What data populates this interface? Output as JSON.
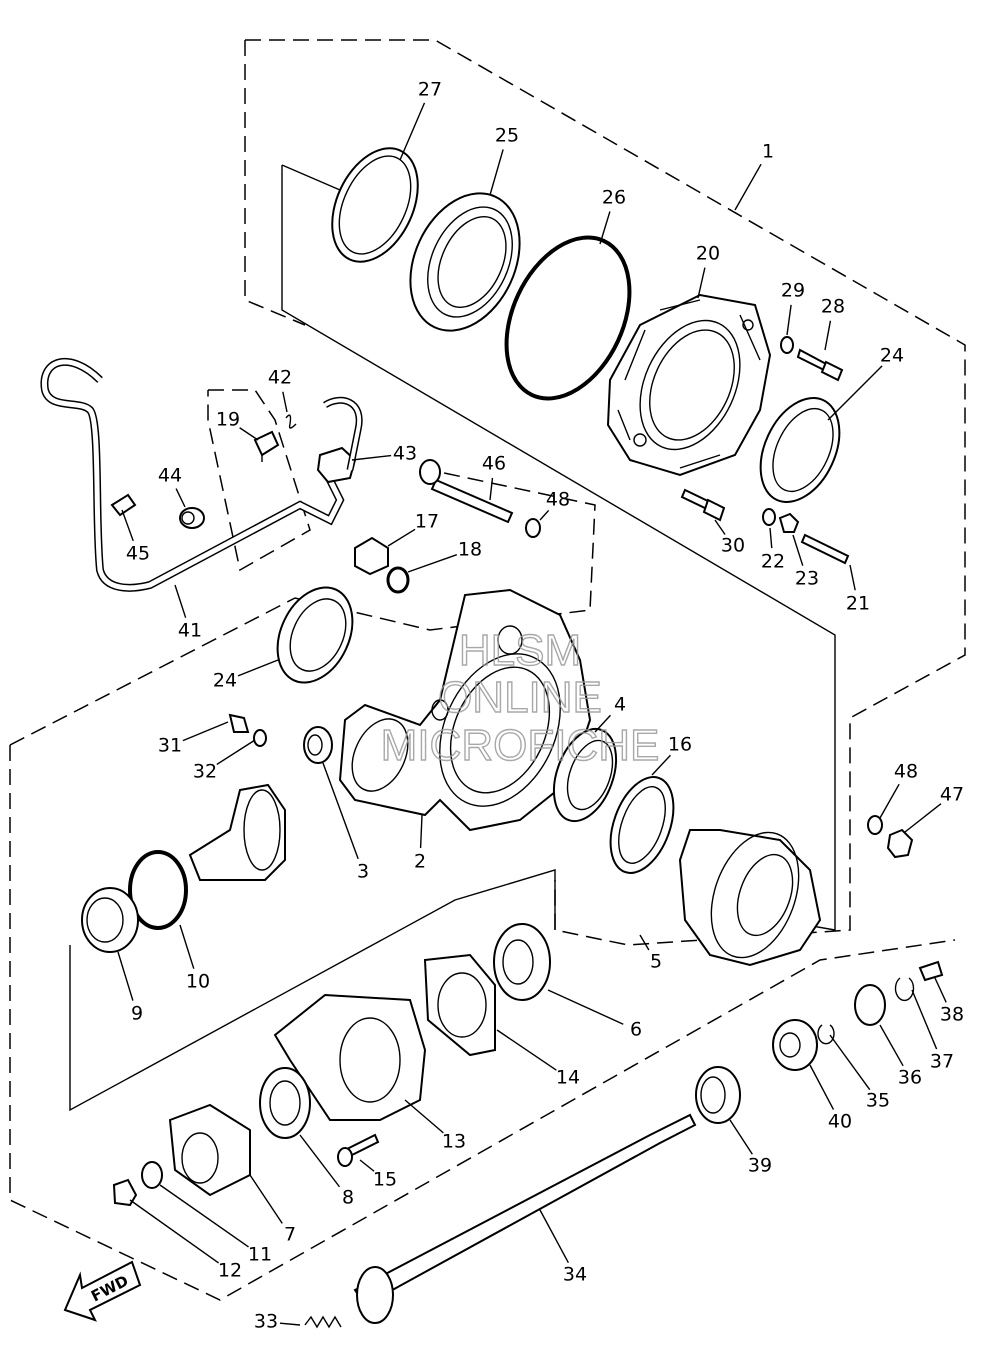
{
  "watermark": [
    "HLSM",
    "ONLINE",
    "MICROFICHE"
  ],
  "fwd_arrow_label": "FWD",
  "callouts": [
    {
      "id": "1",
      "label": "1"
    },
    {
      "id": "2",
      "label": "2"
    },
    {
      "id": "3",
      "label": "3"
    },
    {
      "id": "4",
      "label": "4"
    },
    {
      "id": "5",
      "label": "5"
    },
    {
      "id": "6",
      "label": "6"
    },
    {
      "id": "7",
      "label": "7"
    },
    {
      "id": "8",
      "label": "8"
    },
    {
      "id": "9",
      "label": "9"
    },
    {
      "id": "10",
      "label": "10"
    },
    {
      "id": "11",
      "label": "11"
    },
    {
      "id": "12",
      "label": "12"
    },
    {
      "id": "13",
      "label": "13"
    },
    {
      "id": "14",
      "label": "14"
    },
    {
      "id": "15",
      "label": "15"
    },
    {
      "id": "16",
      "label": "16"
    },
    {
      "id": "17",
      "label": "17"
    },
    {
      "id": "18",
      "label": "18"
    },
    {
      "id": "19",
      "label": "19"
    },
    {
      "id": "20",
      "label": "20"
    },
    {
      "id": "21",
      "label": "21"
    },
    {
      "id": "22",
      "label": "22"
    },
    {
      "id": "23",
      "label": "23"
    },
    {
      "id": "24a",
      "label": "24"
    },
    {
      "id": "24b",
      "label": "24"
    },
    {
      "id": "25",
      "label": "25"
    },
    {
      "id": "26",
      "label": "26"
    },
    {
      "id": "27",
      "label": "27"
    },
    {
      "id": "28",
      "label": "28"
    },
    {
      "id": "29",
      "label": "29"
    },
    {
      "id": "30",
      "label": "30"
    },
    {
      "id": "31",
      "label": "31"
    },
    {
      "id": "32",
      "label": "32"
    },
    {
      "id": "33",
      "label": "33"
    },
    {
      "id": "34",
      "label": "34"
    },
    {
      "id": "35",
      "label": "35"
    },
    {
      "id": "36",
      "label": "36"
    },
    {
      "id": "37",
      "label": "37"
    },
    {
      "id": "38",
      "label": "38"
    },
    {
      "id": "39",
      "label": "39"
    },
    {
      "id": "40",
      "label": "40"
    },
    {
      "id": "41",
      "label": "41"
    },
    {
      "id": "42",
      "label": "42"
    },
    {
      "id": "43",
      "label": "43"
    },
    {
      "id": "44",
      "label": "44"
    },
    {
      "id": "45",
      "label": "45"
    },
    {
      "id": "46",
      "label": "46"
    },
    {
      "id": "47",
      "label": "47"
    },
    {
      "id": "48a",
      "label": "48"
    },
    {
      "id": "48b",
      "label": "48"
    }
  ]
}
